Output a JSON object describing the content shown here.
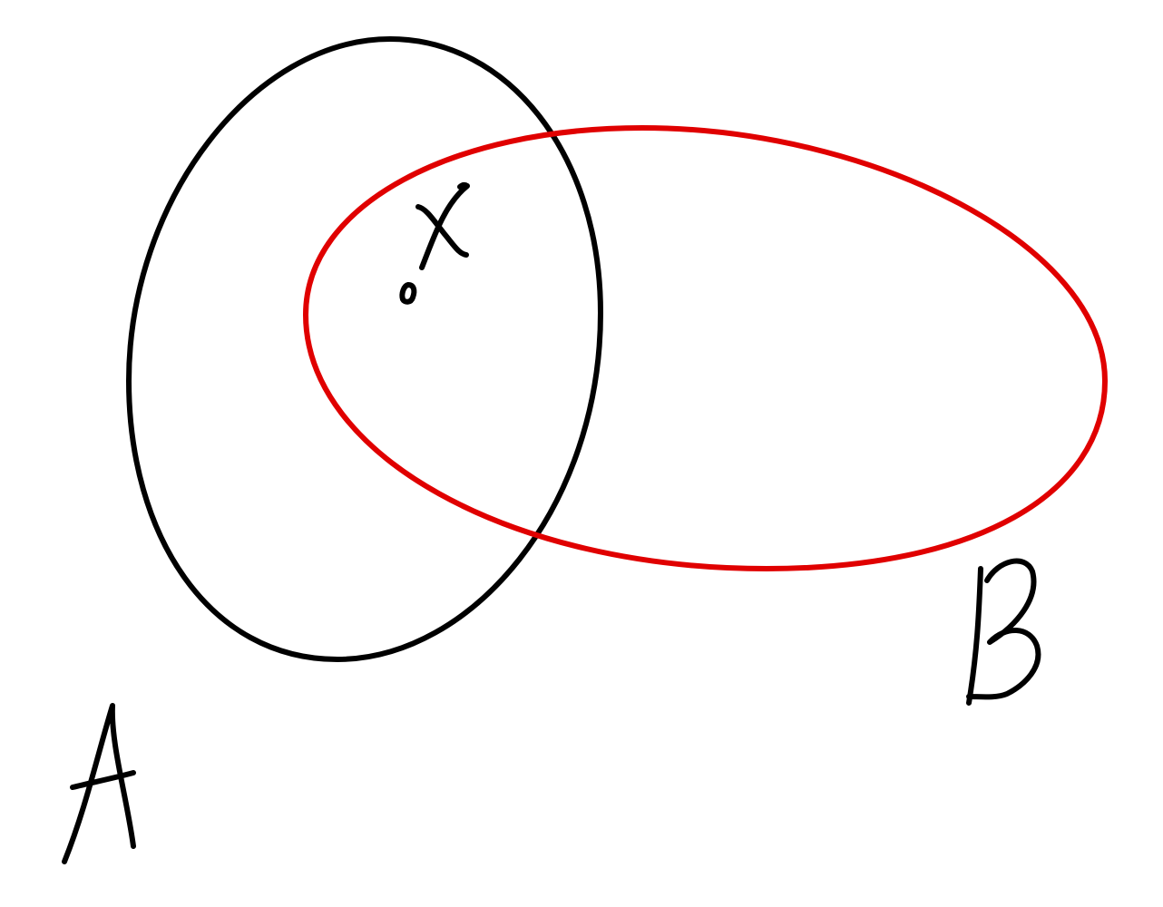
{
  "diagram": {
    "set_a": {
      "label": "A",
      "color": "#000000"
    },
    "set_b": {
      "label": "B",
      "color": "#e00000"
    },
    "point": {
      "label": "x",
      "color": "#000000"
    }
  }
}
